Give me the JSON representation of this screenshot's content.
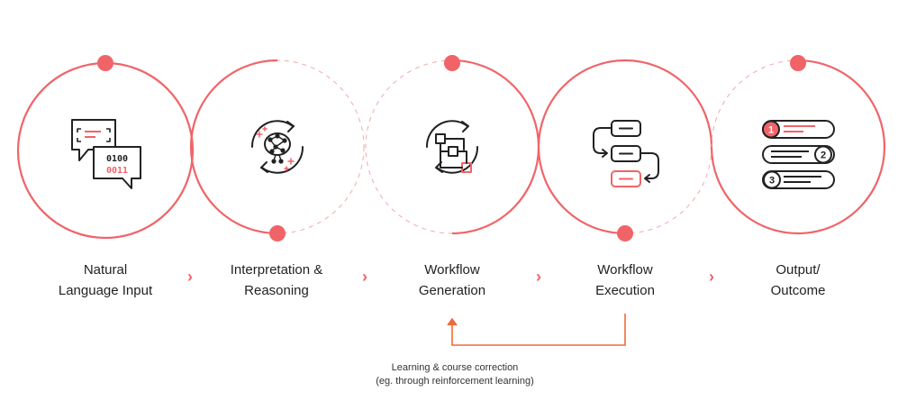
{
  "colors": {
    "accent": "#f06468",
    "dashed": "#f4a8aa",
    "icon": "#222222",
    "feedback": "#ee6a3c"
  },
  "steps": [
    {
      "line1": "Natural",
      "line2": "Language Input",
      "icon": "chat-binary-icon",
      "ring": "solid"
    },
    {
      "line1": "Interpretation &",
      "line2": "Reasoning",
      "icon": "brain-network-icon",
      "ring": "dashed"
    },
    {
      "line1": "Workflow",
      "line2": "Generation",
      "icon": "flowchart-icon",
      "ring": "dashed"
    },
    {
      "line1": "Workflow",
      "line2": "Execution",
      "icon": "process-blocks-icon",
      "ring": "solid"
    },
    {
      "line1": "Output/",
      "line2": "Outcome",
      "icon": "ranked-list-icon",
      "ring": "solid"
    }
  ],
  "arrows": [
    "›",
    "›",
    "›",
    "›"
  ],
  "ranked_numbers": [
    "1",
    "2",
    "3"
  ],
  "binary_text": [
    "0100",
    "0011"
  ],
  "feedback": {
    "line1": "Learning & course correction",
    "line2": "(eg. through reinforcement learning)"
  }
}
